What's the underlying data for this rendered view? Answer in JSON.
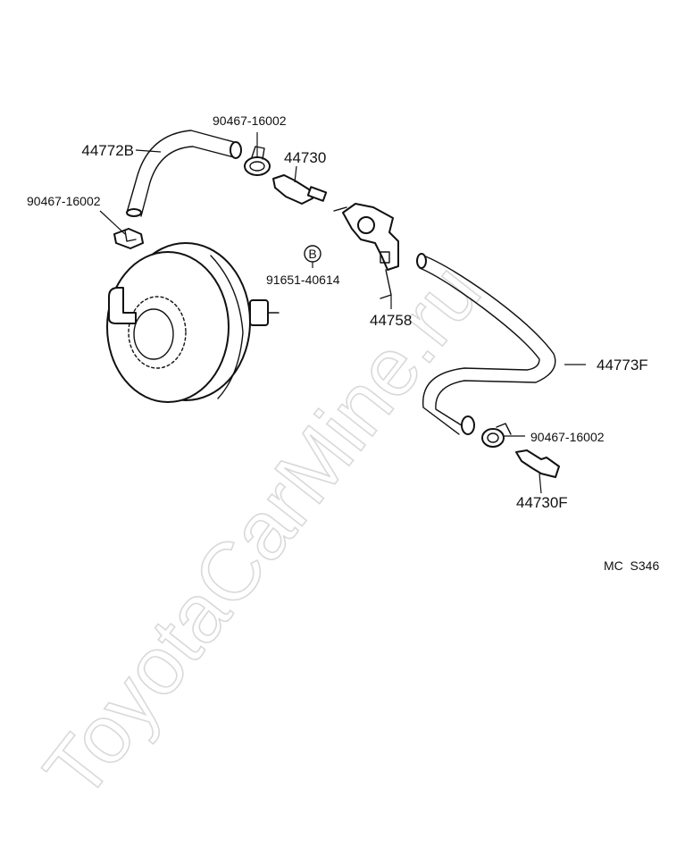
{
  "watermark": "ToyotaCarMine.ru",
  "diagram_code": "MC  S346",
  "parts": {
    "hose_upper": "44772B",
    "clamp_top": "90467-16002",
    "check_valve": "44730",
    "clamp_left": "90467-16002",
    "bolt_marker": "B",
    "bolt": "91651-40614",
    "bracket": "44758",
    "hose_lower": "44773F",
    "clamp_right": "90467-16002",
    "union": "44730F"
  }
}
